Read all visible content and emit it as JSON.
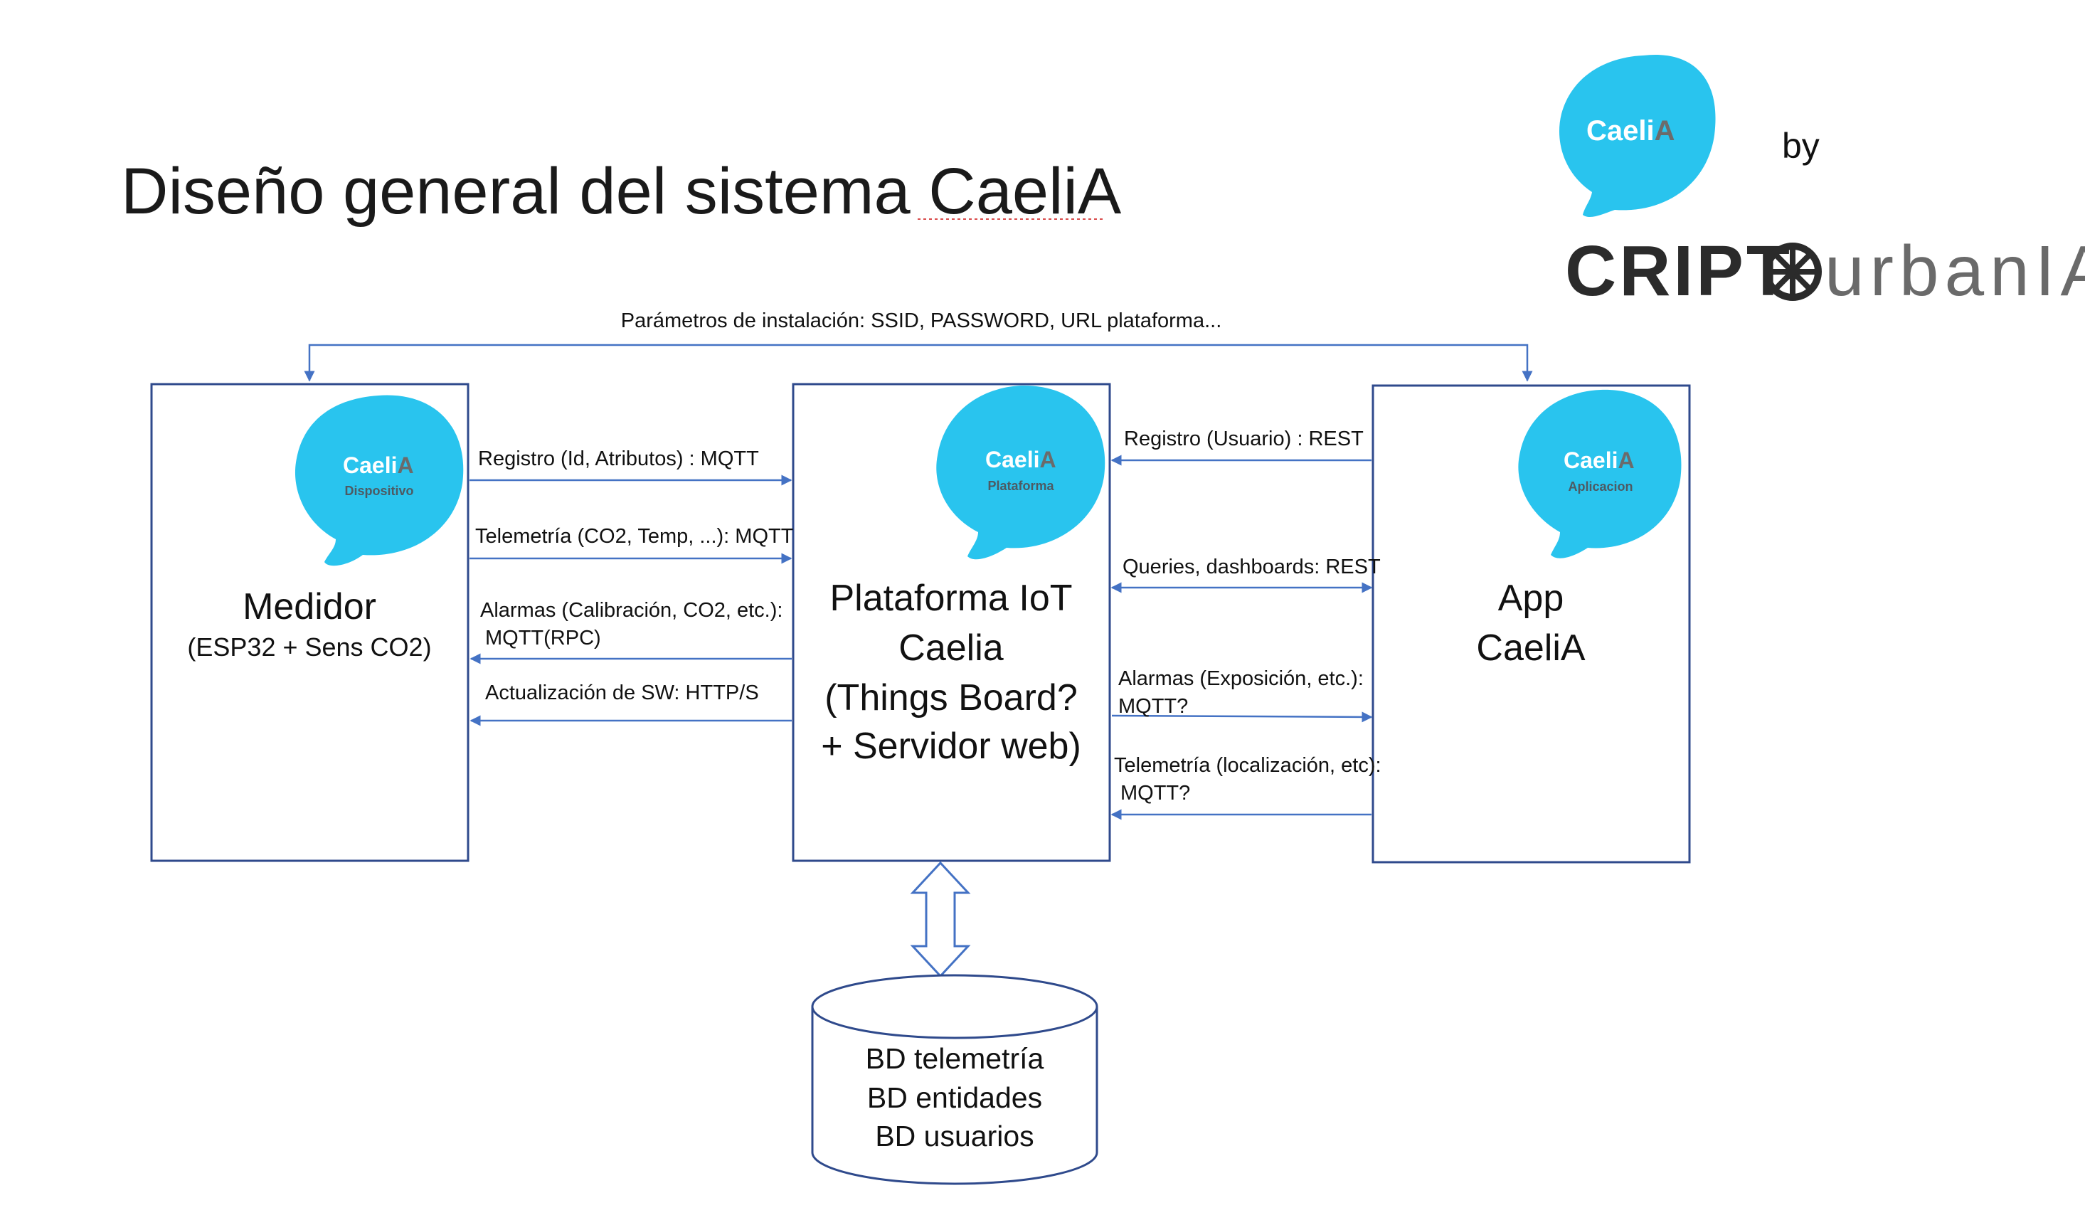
{
  "title": "Diseño general del sistema CaeliA",
  "brand": {
    "logo_text_a": "Caeli",
    "logo_text_b": "A",
    "by": "by",
    "company_a": "CRIPT",
    "company_b": "urbanIA"
  },
  "top_link": {
    "label": "Parámetros de instalación: SSID, PASSWORD, URL plataforma..."
  },
  "nodes": {
    "medidor": {
      "badge_a": "Caeli",
      "badge_b": "A",
      "badge_sub": "Dispositivo",
      "title": "Medidor",
      "subtitle": "(ESP32 + Sens CO2)"
    },
    "plataforma": {
      "badge_a": "Caeli",
      "badge_b": "A",
      "badge_sub": "Plataforma",
      "lines": [
        "Plataforma IoT",
        "Caelia",
        "(Things Board?",
        "+ Servidor web)"
      ]
    },
    "app": {
      "badge_a": "Caeli",
      "badge_b": "A",
      "badge_sub": "Aplicacion",
      "lines": [
        "App",
        "CaeliA"
      ]
    },
    "db": {
      "lines": [
        "BD telemetría",
        "BD entidades",
        "BD usuarios"
      ]
    }
  },
  "left_links": [
    {
      "lines": [
        "Registro (Id, Atributos) : MQTT"
      ]
    },
    {
      "lines": [
        "Telemetría (CO2, Temp, ...): MQTT"
      ]
    },
    {
      "lines": [
        "Alarmas (Calibración, CO2, etc.):",
        "MQTT(RPC)"
      ]
    },
    {
      "lines": [
        "Actualización de SW: HTTP/S"
      ]
    }
  ],
  "right_links": [
    {
      "lines": [
        "Registro (Usuario) : REST"
      ]
    },
    {
      "lines": [
        "Queries, dashboards: REST"
      ]
    },
    {
      "lines": [
        "Alarmas (Exposición, etc.):",
        "MQTT?"
      ]
    },
    {
      "lines": [
        "Telemetría (localización, etc):",
        "MQTT?"
      ]
    }
  ],
  "colors": {
    "bubble": "#29C4EE",
    "box_border": "#2F4A8C",
    "arrow": "#4472C4",
    "text": "#111111"
  }
}
